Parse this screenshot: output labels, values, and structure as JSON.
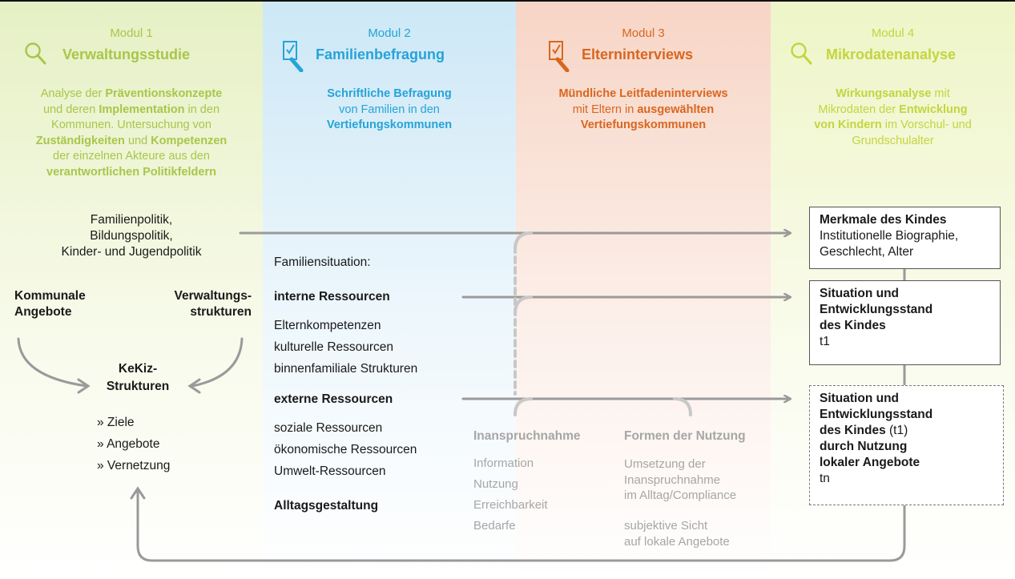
{
  "modules": [
    {
      "num": "Modul 1",
      "title": "Verwaltungsstudie",
      "icon": "magnifier-icon",
      "desc": [
        [
          {
            "t": "Analyse der "
          },
          {
            "t": "Präventionskonzepte",
            "b": true
          }
        ],
        [
          {
            "t": "und deren "
          },
          {
            "t": "Implementation",
            "b": true
          },
          {
            "t": " in den"
          }
        ],
        [
          {
            "t": "Kommunen. Untersuchung von"
          }
        ],
        [
          {
            "t": "Zuständigkeiten",
            "b": true
          },
          {
            "t": " und "
          },
          {
            "t": "Kompetenzen",
            "b": true
          }
        ],
        [
          {
            "t": "der einzelnen Akteure aus den"
          }
        ],
        [
          {
            "t": "verantwortlichen Politikfeldern",
            "b": true
          }
        ]
      ]
    },
    {
      "num": "Modul 2",
      "title": "Familienbefragung",
      "icon": "checklist-pen-icon",
      "desc": [
        [
          {
            "t": "Schriftliche Befragung",
            "b": true
          }
        ],
        [
          {
            "t": "von Familien in den"
          }
        ],
        [
          {
            "t": "Vertiefungskommunen",
            "b": true
          }
        ]
      ]
    },
    {
      "num": "Modul 3",
      "title": "Elterninterviews",
      "icon": "checklist-pen-icon",
      "desc": [
        [
          {
            "t": "Mündliche Leitfadeninterviews",
            "b": true
          }
        ],
        [
          {
            "t": "mit Eltern in "
          },
          {
            "t": "ausgewählten",
            "b": true
          }
        ],
        [
          {
            "t": "Vertiefungskommunen",
            "b": true
          }
        ]
      ]
    },
    {
      "num": "Modul 4",
      "title": "Mikrodatenanalyse",
      "icon": "magnifier-icon",
      "desc": [
        [
          {
            "t": "Wirkungsanalyse",
            "b": true
          },
          {
            "t": " mit"
          }
        ],
        [
          {
            "t": "Mikrodaten der "
          },
          {
            "t": "Entwicklung",
            "b": true
          }
        ],
        [
          {
            "t": "von Kindern",
            "b": true
          },
          {
            "t": " im Vorschul- und"
          }
        ],
        [
          {
            "t": "Grundschulalter"
          }
        ]
      ]
    }
  ],
  "politik": [
    "Familienpolitik,",
    "Bildungspolitik,",
    "Kinder- und Jugendpolitik"
  ],
  "kommunale": [
    "Kommunale",
    "Angebote"
  ],
  "verwaltung": [
    "Verwaltungs-",
    "strukturen"
  ],
  "kekiz": [
    "KeKiz-",
    "Strukturen"
  ],
  "kekiz_list": [
    "» Ziele",
    "» Angebote",
    "» Vernetzung"
  ],
  "familiensituation": "Familiensituation:",
  "interne": {
    "title": "interne Ressourcen",
    "items": [
      "Elternkompetenzen",
      "kulturelle Ressourcen",
      "binnenfamiliale Strukturen"
    ]
  },
  "externe": {
    "title": "externe Ressourcen",
    "items": [
      "soziale Ressourcen",
      "ökonomische Ressourcen",
      "Umwelt-Ressourcen"
    ]
  },
  "alltag": "Alltagsgestaltung",
  "inanspruchnahme": {
    "title": "Inanspruchnahme",
    "items": [
      "Information",
      "Nutzung",
      "Erreichbarkeit",
      "Bedarfe"
    ]
  },
  "formen": {
    "title": "Formen der Nutzung",
    "items1": [
      "Umsetzung der",
      "Inanspruchnahme",
      "im Alltag/Compliance"
    ],
    "items2": [
      "subjektive Sicht",
      "auf lokale Angebote"
    ]
  },
  "box1": {
    "title": "Merkmale des Kindes",
    "lines": [
      "Institutionelle Biographie,",
      "Geschlecht, Alter"
    ]
  },
  "box2": {
    "title_lines": [
      "Situation und",
      "Entwicklungsstand",
      "des Kindes"
    ],
    "lines": [
      "t1"
    ]
  },
  "box3": {
    "title_lines": [
      "Situation und",
      "Entwicklungsstand"
    ],
    "line3_bold": "des Kindes",
    "line3_rest": " (t1)",
    "bold_lines": [
      "durch Nutzung",
      "lokaler Angebote"
    ],
    "lines": [
      "tn"
    ]
  },
  "colors": {
    "modul1": "#a9c64a",
    "modul2": "#26a3d8",
    "modul3": "#d9661f",
    "modul4": "#c3d53f",
    "arrow": "#9a9a9a"
  }
}
